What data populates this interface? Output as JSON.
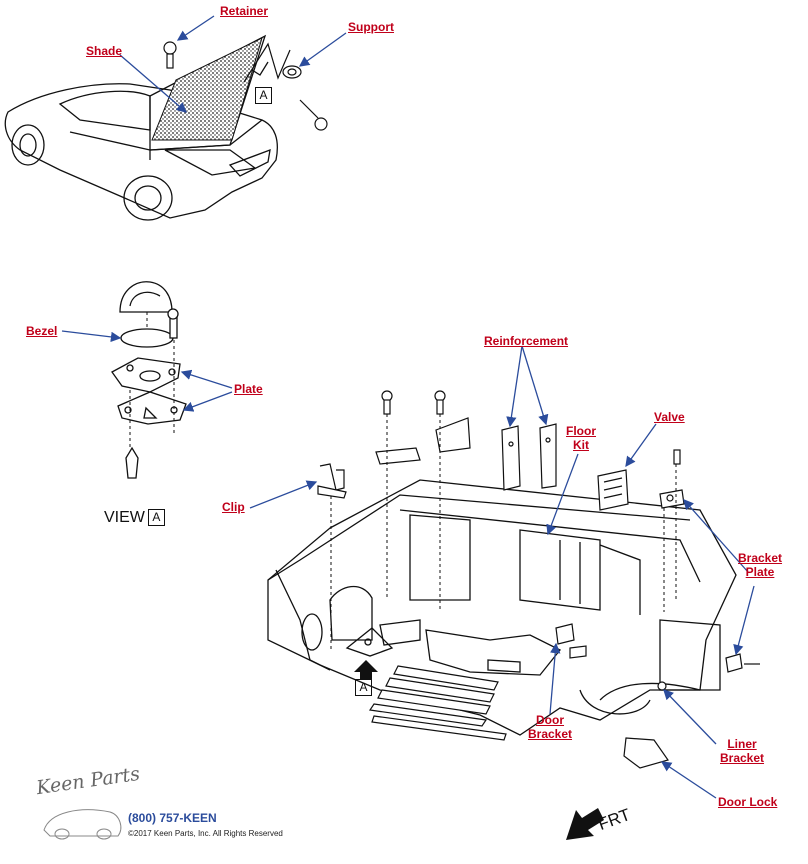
{
  "labels": {
    "retainer": "Retainer",
    "support": "Support",
    "shade": "Shade",
    "bezel": "Bezel",
    "plate": "Plate",
    "reinforcement": "Reinforcement",
    "floor_kit_1": "Floor",
    "floor_kit_2": "Kit",
    "valve": "Valve",
    "clip": "Clip",
    "bracket_plate_1": "Bracket",
    "bracket_plate_2": "Plate",
    "door_bracket_1": "Door",
    "door_bracket_2": "Bracket",
    "liner_bracket_1": "Liner",
    "liner_bracket_2": "Bracket",
    "door_lock": "Door Lock"
  },
  "view": {
    "word": "VIEW",
    "letter": "A"
  },
  "callouts": {
    "top_a": "A",
    "floor_a": "A"
  },
  "branding": {
    "logo": "Keen Parts",
    "phone": "(800) 757-KEEN",
    "copyright": "©2017 Keen Parts, Inc. All Rights Reserved"
  },
  "direction": "FRT",
  "colors": {
    "label": "#c0001a",
    "leader": "#2b4c9c",
    "line": "#111111"
  }
}
